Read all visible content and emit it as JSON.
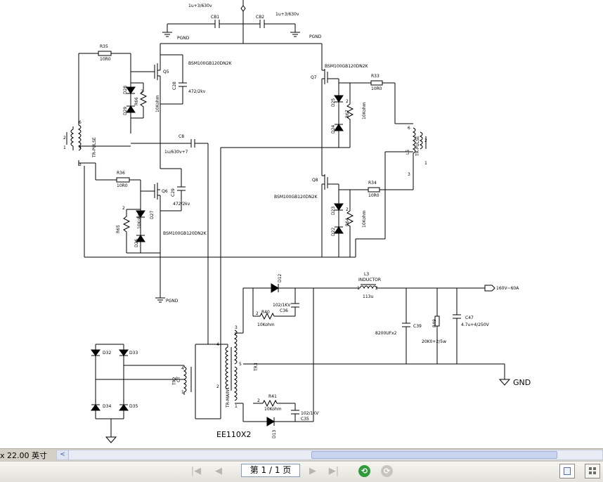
{
  "schematic": {
    "top_caps": {
      "cb1": {
        "ref": "CB1",
        "value": "1u+3/630v"
      },
      "cb2": {
        "ref": "CB2",
        "value": "1u+3/630v"
      },
      "pgnd_left": "PGND",
      "pgnd_right": "PGND"
    },
    "left_bridge": {
      "r35": {
        "ref": "R35",
        "value": "10R0"
      },
      "r36": {
        "ref": "R36",
        "value": "10R0"
      },
      "q5": {
        "ref": "Q5",
        "part": "BSM100GB120DN2K"
      },
      "q6": {
        "ref": "Q6",
        "part": "BSM100GB120DN2K"
      },
      "c28": {
        "ref": "C28",
        "value": "472/2kv"
      },
      "c29": {
        "ref": "C29",
        "value": "472/2kv"
      },
      "d28": "D28",
      "d29": "D29",
      "d27": "D27",
      "d26": "D26",
      "r66": {
        "ref": "R66",
        "value": "10Kohm"
      },
      "r65": {
        "ref": "R65",
        "value": "10Kohm"
      },
      "c8": {
        "ref": "C8",
        "value": "1u/630v+7"
      },
      "pulse_tr": "TR-PULSE",
      "pgnd_bottom": "PGND"
    },
    "right_bridge": {
      "q7": {
        "ref": "Q7",
        "part": "BSM100GB120DN2K"
      },
      "q8": {
        "ref": "Q8",
        "part": "BSM100GB120DN2K"
      },
      "r33": {
        "ref": "R33",
        "value": "10R0"
      },
      "r34": {
        "ref": "R34",
        "value": "10R0"
      },
      "d25": "D25",
      "d24": "D24",
      "d23": "D23",
      "d22": "D22",
      "r67": {
        "ref": "R67",
        "value": "10Kohm"
      },
      "r64": {
        "ref": "R64",
        "value": "10Kohm"
      },
      "pulse_tr": "TR-PULSE",
      "l5": "L5"
    },
    "output": {
      "l3": {
        "ref": "L3",
        "type": "INDUCTOR",
        "value": "113u"
      },
      "out_label": "160V~60A",
      "c39": {
        "ref": "C39",
        "value": "8200UFx2"
      },
      "r49": {
        "ref": "R49",
        "value": "20K0+2/5w"
      },
      "c47": {
        "ref": "C47",
        "value": "4.7u+4/250V"
      },
      "gnd": "GND",
      "d12": "D12",
      "d13": "D13",
      "r40": {
        "ref": "R40",
        "value": "10Kohm"
      },
      "r41": {
        "ref": "R41",
        "value": "10Kohm"
      },
      "c36": {
        "ref": "C36",
        "value": "102/1KV"
      },
      "c35": {
        "ref": "C35",
        "value": "102/1KV"
      },
      "tr3": "TR3",
      "tr_main": "TR-MAIN1",
      "core": "EE110X2"
    },
    "ct_section": {
      "d32": "D32",
      "d33": "D33",
      "d34": "D34",
      "d35": "D35",
      "tr2": "TR2",
      "ct": "CT"
    }
  },
  "status_bar": {
    "dimensions": "x 22.00 英寸",
    "scroll_left_arrow": "<"
  },
  "nav_bar": {
    "page_indicator": "第 1 / 1 页",
    "first_icon": "|◀",
    "prev_icon": "◀",
    "next_icon": "▶",
    "last_icon": "▶|",
    "back_icon": "⟲",
    "forward_icon": "⟳"
  },
  "colors": {
    "toolbar_bg": "#e3e1d9",
    "scroll_thumb": "#c9d4ee",
    "back_green": "#2f9b3a",
    "forward_gray": "#b9b6ad"
  }
}
